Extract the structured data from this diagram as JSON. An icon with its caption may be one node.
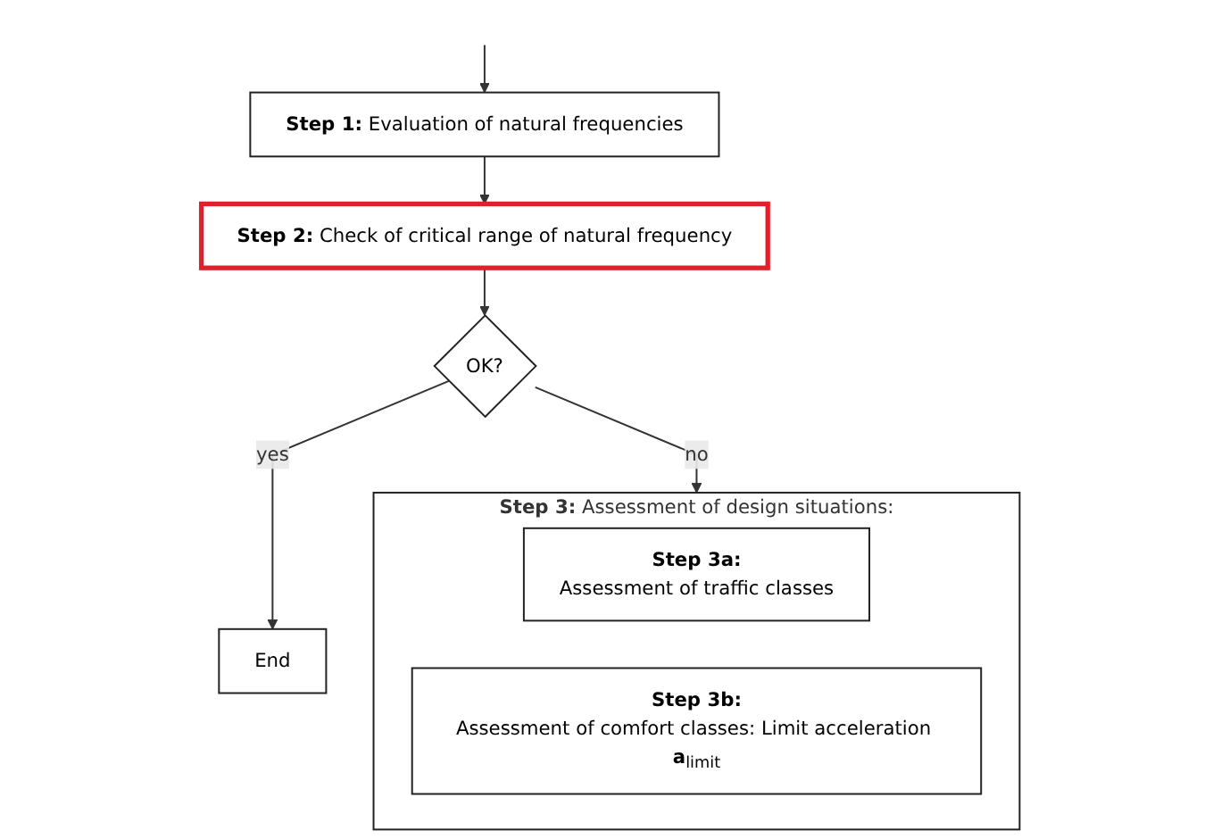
{
  "diagram": {
    "nodes": [
      {
        "text": [
          "Step 1:",
          "Evaluation of natural frequencies"
        ]
      },
      {
        "text": [
          "Step 2:",
          "Check of critical range of natural frequency"
        ]
      },
      {
        "text": [
          "OK?"
        ]
      },
      {
        "text": [
          "End"
        ]
      },
      {
        "text": [
          "Step 3:",
          "Assessment of design situations:"
        ]
      },
      {
        "text": [
          "Step 3a:",
          "Assessment of traffic classes"
        ],
        "in": 4
      },
      {
        "text": [
          "Step 3b:",
          "Assessment of comfort classes: Limit acceleration **a**$_{limit}$"
        ],
        "in": 4
      }
    ],
    "edges": [
      {
        "from": null,
        "to": 0,
        "arrow": "to"
      },
      {
        "from": 0,
        "to": 1,
        "arrow": "to"
      },
      {
        "from": 1,
        "to": 2,
        "arrow": "to"
      },
      {
        "from": 2,
        "to": 3,
        "label": "yes",
        "arrow": "to"
      },
      {
        "from": 2,
        "to": 4,
        "label": "no",
        "arrow": "to"
      }
    ]
  }
}
